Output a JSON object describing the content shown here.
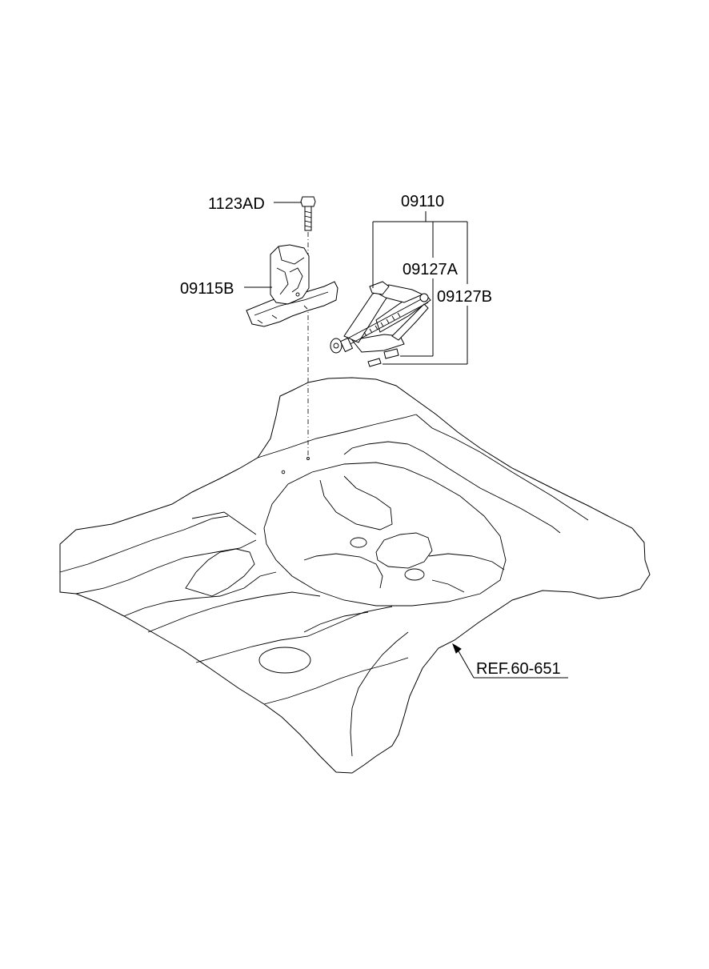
{
  "diagram": {
    "callouts": {
      "bolt": "1123AD",
      "jack_assy": "09110",
      "jack_bracket": "09115B",
      "jack_part_a": "09127A",
      "jack_part_b": "09127B",
      "reference": "REF.60-651"
    },
    "line_color": "#000000",
    "background_color": "#ffffff"
  }
}
